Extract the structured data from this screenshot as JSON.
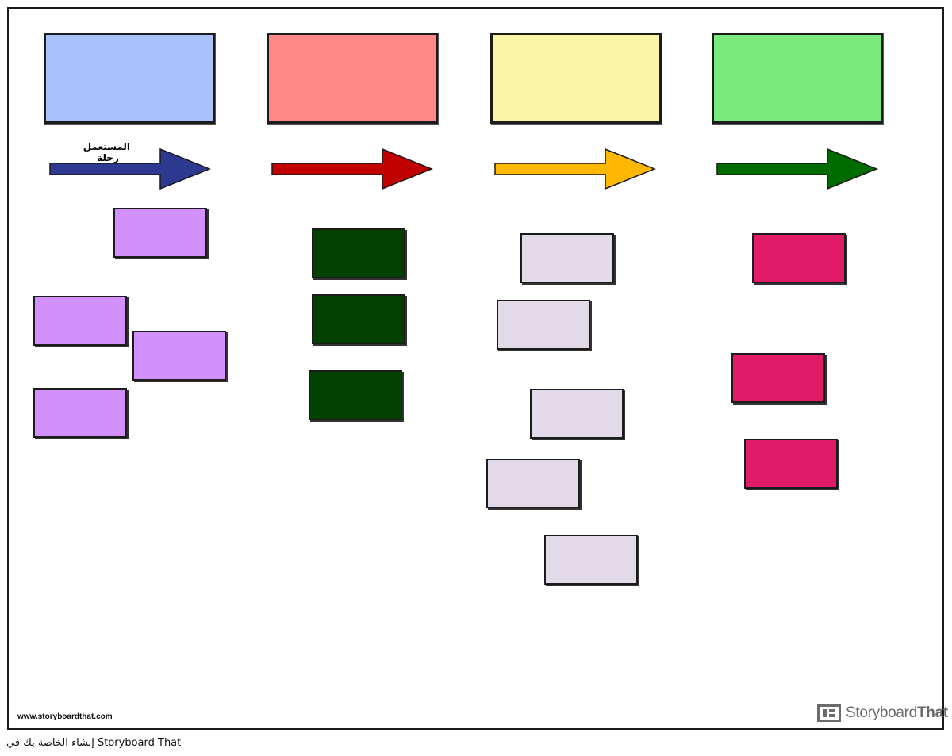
{
  "colors": {
    "header_boxes": [
      "#a9c2fb",
      "#fe8887",
      "#fbf6a6",
      "#7bea7c"
    ],
    "arrows": [
      "#2e3a92",
      "#c10000",
      "#ffb800",
      "#006b00"
    ],
    "notes": [
      "#d190fb",
      "#024102",
      "#e2d9e9",
      "#e01b68"
    ]
  },
  "journey_label": "المستعمل رحلة",
  "watermark": {
    "website": "www.storyboardthat.com",
    "logo_text_regular": "Storyboard",
    "logo_text_bold": "That"
  },
  "footer": {
    "text": "إنشاء الخاصة بك في Storyboard That"
  }
}
